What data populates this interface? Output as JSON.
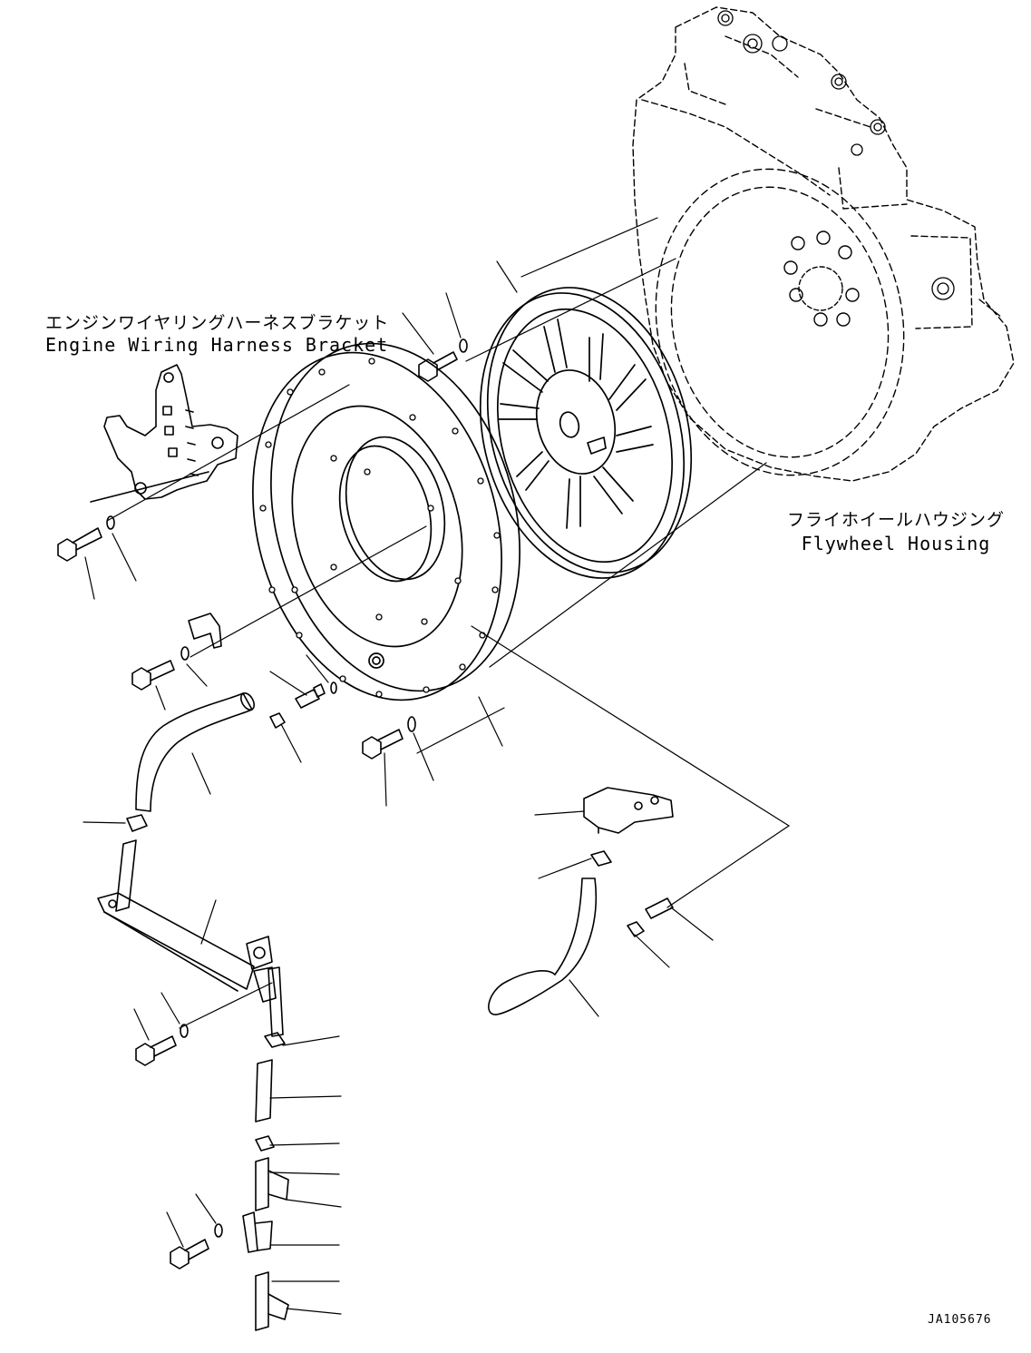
{
  "labels": {
    "bracket_jp": "エンジンワイヤリングハーネスブラケット",
    "bracket_en": "Engine Wiring Harness Bracket",
    "housing_jp": "フライホイールハウジング",
    "housing_en": "Flywheel Housing"
  },
  "drawing_code": "JA105676",
  "colors": {
    "line": "#000000",
    "background": "#ffffff"
  }
}
